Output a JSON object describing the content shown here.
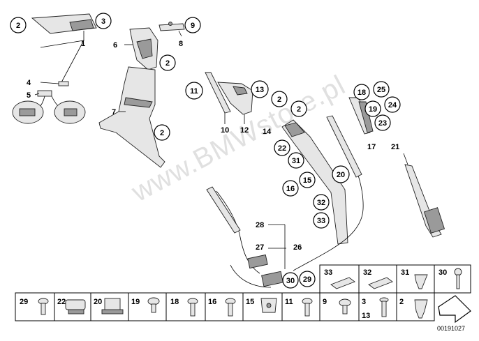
{
  "diagram": {
    "watermark": "www.BMWstore.pl",
    "image_id": "00191027",
    "callouts": {
      "c1": "1",
      "c2a": "2",
      "c3": "3",
      "c4": "4",
      "c5": "5",
      "c6": "6",
      "c7": "7",
      "c8": "8",
      "c9": "9",
      "c10": "10",
      "c11": "11",
      "c12": "12",
      "c13": "13",
      "c14": "14",
      "c15": "15",
      "c16": "16",
      "c17": "17",
      "c18": "18",
      "c19": "19",
      "c20": "20",
      "c21": "21",
      "c22": "22",
      "c23": "23",
      "c24": "24",
      "c25": "25",
      "c26": "26",
      "c27": "27",
      "c28": "28",
      "c29": "29",
      "c30": "30",
      "c31": "31",
      "c32": "32",
      "c33": "33",
      "c2b": "2",
      "c2c": "2",
      "c2d": "2",
      "c2e": "2"
    },
    "fasteners_top": [
      "33",
      "32",
      "31",
      "30"
    ],
    "fasteners_bottom": [
      "29",
      "22",
      "20",
      "19",
      "18",
      "16",
      "15",
      "11",
      "9",
      "3",
      "2"
    ],
    "fastener_sub": "13"
  }
}
